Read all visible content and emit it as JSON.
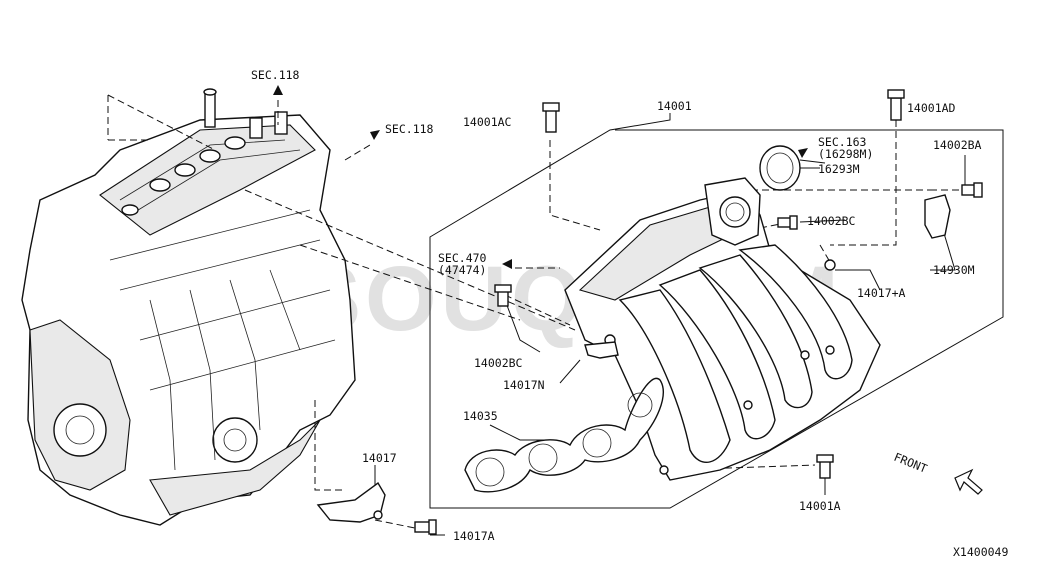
{
  "diagram_id": "X1400049",
  "watermark": "PARTSOUQ.COM",
  "direction_label": "FRONT",
  "callouts": {
    "sec118_top": "SEC.118",
    "sec118_right": "SEC.118",
    "p14001": "14001",
    "p14001AC": "14001AC",
    "p14001AD": "14001AD",
    "sec163": "SEC.163",
    "sec163_sub": "(16298M)",
    "p16293M": "16293M",
    "p14002BA": "14002BA",
    "p14002BC_top": "14002BC",
    "sec470": "SEC.470",
    "sec470_sub": "(47474)",
    "p14930M": "14930M",
    "p14017plusA": "14017+A",
    "p14002BC_bottom": "14002BC",
    "p14017N": "14017N",
    "p14035": "14035",
    "p14017": "14017",
    "p14017A": "14017A",
    "p14001A": "14001A"
  }
}
